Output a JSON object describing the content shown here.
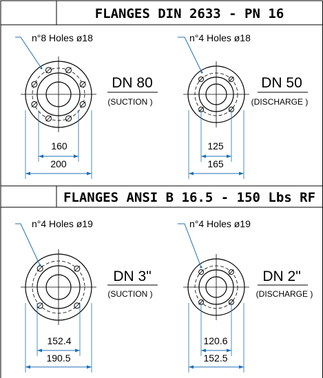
{
  "sections": [
    {
      "title": "FLANGES DIN 2633 - PN 16",
      "flanges": [
        {
          "holes_label": "n°8 Holes ø18",
          "hole_count": 8,
          "dn_label": "DN 80",
          "role_label": "(SUCTION )",
          "inner_dim": "160",
          "outer_dim": "200"
        },
        {
          "holes_label": "n°4 Holes ø18",
          "hole_count": 4,
          "dn_label": "DN 50",
          "role_label": "(DISCHARGE )",
          "inner_dim": "125",
          "outer_dim": "165"
        }
      ]
    },
    {
      "title": "FLANGES ANSI B 16.5 - 150 Lbs RF",
      "flanges": [
        {
          "holes_label": "n°4 Holes ø19",
          "hole_count": 4,
          "dn_label": "DN 3\"",
          "role_label": "(SUCTION )",
          "inner_dim": "152.4",
          "outer_dim": "190.5"
        },
        {
          "holes_label": "n°4 Holes ø19",
          "hole_count": 4,
          "dn_label": "DN 2\"",
          "role_label": "(DISCHARGE )",
          "inner_dim": "120.6",
          "outer_dim": "152.5"
        }
      ]
    }
  ],
  "colors": {
    "line": "#000000",
    "dimension": "#1f6fb5",
    "leader": "#1f6fb5"
  }
}
